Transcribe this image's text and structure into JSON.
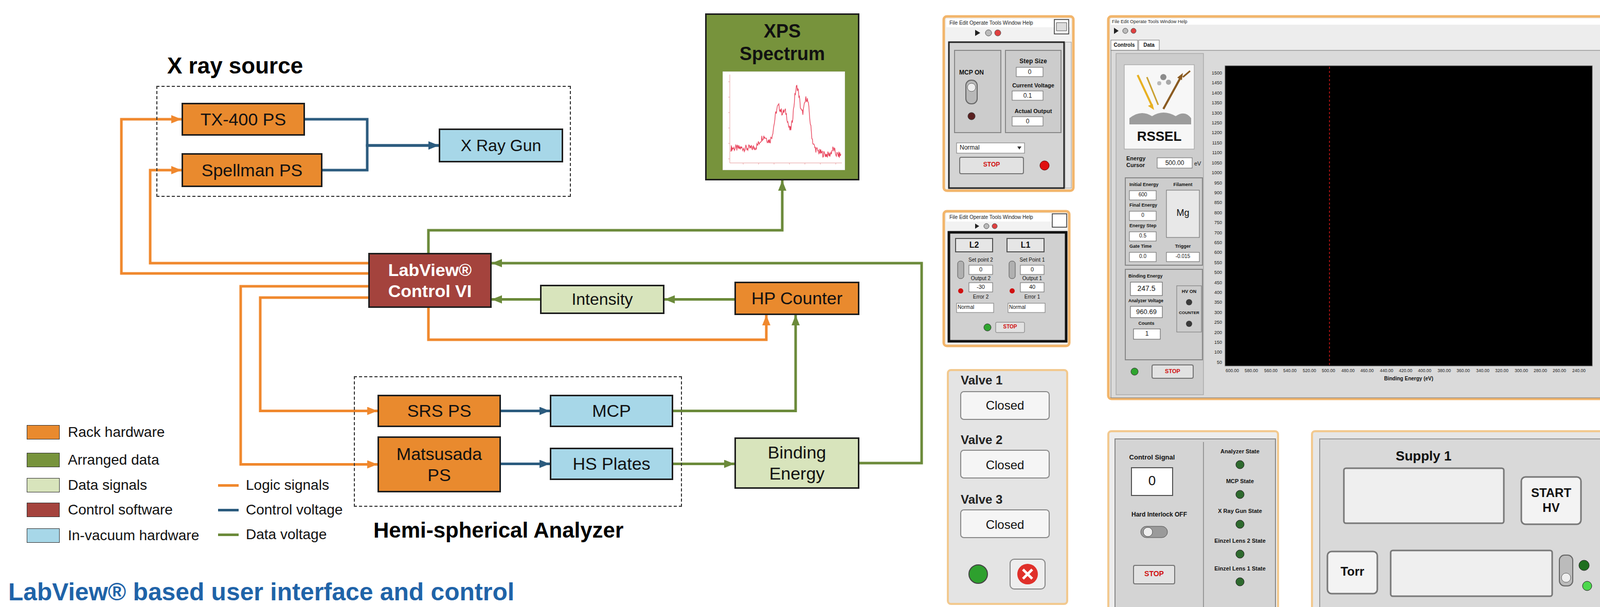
{
  "diagram": {
    "title": "LabView® based user interface and control",
    "nodes": [
      {
        "text": [
          "X ray source"
        ]
      },
      {
        "text": [
          "TX-400 PS"
        ],
        "in": 0
      },
      {
        "text": [
          "Spellman PS"
        ],
        "in": 0
      },
      {
        "text": [
          "X Ray Gun"
        ],
        "in": 0
      },
      {
        "text": [
          "XPS Spectrum"
        ]
      },
      {
        "text": [
          "LabView® Control VI"
        ]
      },
      {
        "text": [
          "Intensity"
        ]
      },
      {
        "text": [
          "HP Counter"
        ]
      },
      {
        "text": [
          "Hemi-spherical Analyzer"
        ]
      },
      {
        "text": [
          "SRS PS"
        ],
        "in": 8
      },
      {
        "text": [
          "MCP"
        ],
        "in": 8
      },
      {
        "text": [
          "Matsusada PS"
        ],
        "in": 8
      },
      {
        "text": [
          "HS Plates"
        ],
        "in": 8
      },
      {
        "text": [
          "Binding Energy"
        ]
      }
    ],
    "edges": [
      {
        "from": 1,
        "to": 3,
        "arrow": "to"
      },
      {
        "from": 2,
        "to": 3,
        "arrow": "to"
      },
      {
        "from": 5,
        "to": 1,
        "arrow": "to"
      },
      {
        "from": 5,
        "to": 2,
        "arrow": "to"
      },
      {
        "from": 5,
        "to": 4,
        "arrow": "to"
      },
      {
        "from": 7,
        "to": 6,
        "arrow": "to"
      },
      {
        "from": 6,
        "to": 5,
        "arrow": "to"
      },
      {
        "from": 5,
        "to": 7,
        "arrow": "to"
      },
      {
        "from": 5,
        "to": 9,
        "arrow": "to"
      },
      {
        "from": 5,
        "to": 11,
        "arrow": "to"
      },
      {
        "from": 9,
        "to": 10,
        "arrow": "to"
      },
      {
        "from": 11,
        "to": 12,
        "arrow": "to"
      },
      {
        "from": 10,
        "to": 7,
        "arrow": "to"
      },
      {
        "from": 12,
        "to": 13,
        "arrow": "to"
      },
      {
        "from": 13,
        "to": 5,
        "arrow": "to"
      }
    ],
    "labels": [
      "File Edit Operate Tools Window Help",
      "MCP ON",
      "Step Size",
      "0",
      "Current Voltage",
      "0.1",
      "Actual Output",
      "0",
      "Normal",
      "STOP",
      "File Edit Operate Tools Window Help",
      "L2",
      "L1",
      "Set point 2",
      "0",
      "Output 2",
      "-30",
      "Error 2",
      "Normal",
      "Set Point 1",
      "0",
      "Output 1",
      "40",
      "Error 1",
      "Normal",
      "STOP",
      "Valve 1",
      "Closed",
      "Valve 2",
      "Closed",
      "Valve 3",
      "Closed",
      "File Edit Operate Tools Window Help",
      "Controls",
      "Data",
      "RSSEL",
      "Energy Cursor",
      "500.00",
      "eV",
      "Initial Energy",
      "600",
      "Final Energy",
      "0",
      "Energy Step",
      "0.5",
      "Gate Time",
      "0.0",
      "Filament",
      "Mg",
      "Trigger",
      "-0.015",
      "Binding Energy",
      "247.5",
      "Analyzer Voltage",
      "960.69",
      "Counts",
      "1",
      "HV ON",
      "COUNTER",
      "STOP",
      "1500",
      "1450",
      "1400",
      "1350",
      "1300",
      "1250",
      "1200",
      "1150",
      "1100",
      "1050",
      "1000",
      "950",
      "900",
      "850",
      "800",
      "750",
      "700",
      "650",
      "600",
      "550",
      "500",
      "450",
      "400",
      "350",
      "300",
      "250",
      "200",
      "150",
      "100",
      "50",
      "600.00",
      "580.00",
      "560.00",
      "540.00",
      "520.00",
      "500.00",
      "480.00",
      "460.00",
      "440.00",
      "420.00",
      "400.00",
      "380.00",
      "360.00",
      "340.00",
      "320.00",
      "300.00",
      "280.00",
      "260.00",
      "240.00",
      "Binding Energy (eV)",
      "Control Signal",
      "0",
      "Hard Interlock OFF",
      "STOP",
      "Analyzer State",
      "MCP State",
      "X Ray Gun State",
      "Einzel Lens 2 State",
      "Einzel Lens 1 State",
      "Supply 1",
      "START HV",
      "Torr"
    ],
    "legend": [
      {
        "text": "Rack hardware",
        "color": "#E98A2E"
      },
      {
        "text": "Arranged data",
        "color": "#77933C"
      },
      {
        "text": "Data signals",
        "color": "#D8E4BC"
      },
      {
        "text": "Control software",
        "color": "#A4433D"
      },
      {
        "text": "In-vacuum hardware",
        "color": "#A7D7E8"
      },
      {
        "text": "Logic signals"
      },
      {
        "text": "Control voltage"
      },
      {
        "text": "Data voltage"
      }
    ]
  }
}
